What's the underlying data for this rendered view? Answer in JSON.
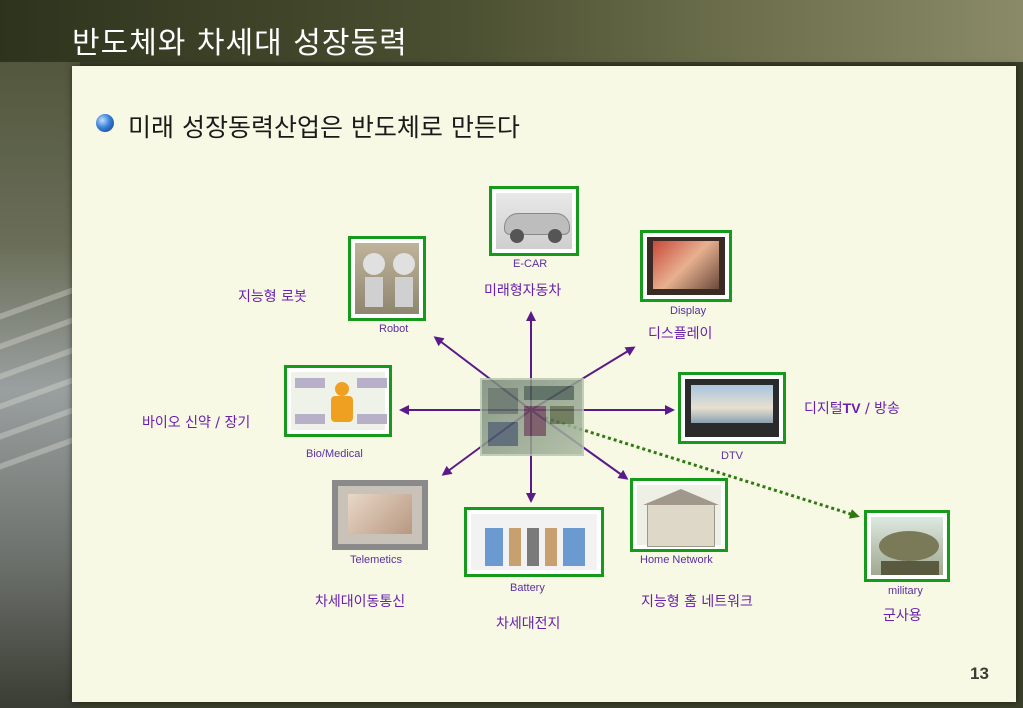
{
  "title": "반도체와 차세대 성장동력",
  "bullet": "미래 성장동력산업은 반도체로 만든다",
  "page_number": "13",
  "items": {
    "ecar": {
      "en": "E-CAR",
      "ko": "미래형자동차"
    },
    "robot": {
      "en": "Robot",
      "ko": "지능형 로봇"
    },
    "display": {
      "en": "Display",
      "ko": "디스플레이"
    },
    "bio": {
      "en": "Bio/Medical",
      "ko": "바이오 신약 / 장기"
    },
    "dtv": {
      "en": "DTV",
      "ko_prefix": "디지털",
      "ko_bold": "TV",
      "ko_suffix": " / 방송"
    },
    "telematics": {
      "en": "Telemetics",
      "ko": "차세대이동통신"
    },
    "battery": {
      "en": "Battery",
      "ko": "차세대전지"
    },
    "home": {
      "en": "Home Network",
      "ko": "지능형 홈 네트워크"
    },
    "military": {
      "en": "military",
      "ko": "군사용"
    }
  },
  "colors": {
    "arrow": "#5a1a8a",
    "tile_border": "#159a1c",
    "dotted": "#2e7a10"
  }
}
